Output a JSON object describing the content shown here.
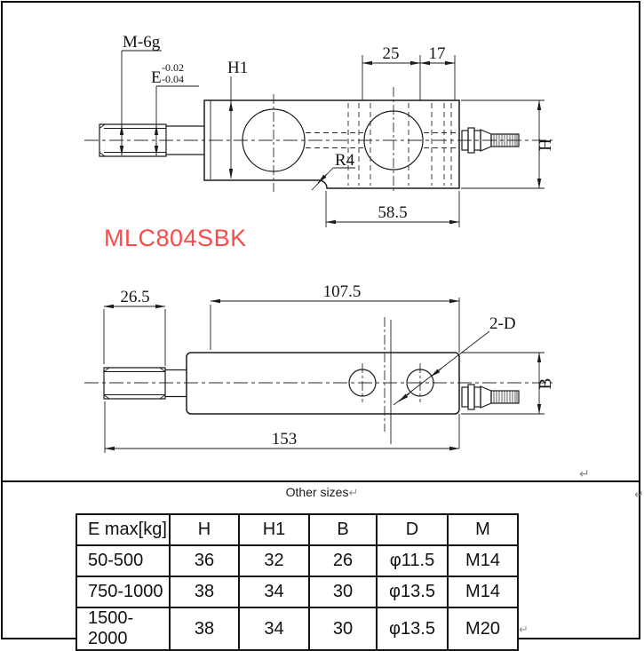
{
  "drawing": {
    "model_label": "MLC804SBK",
    "model_color": "#fb4b4b",
    "labels": {
      "thread_spec": "M-6g",
      "stud_dia_letter": "E",
      "stud_tol_upper": "-0.02",
      "stud_tol_lower": "-0.04",
      "height_left": "H1",
      "hole_pitch": "25",
      "edge_offset": "17",
      "height_right": "H",
      "fillet": "R4",
      "step_length": "58.5",
      "stud_length": "26.5",
      "body_length": "107.5",
      "holes_callout": "2-D",
      "width_letter": "B",
      "overall_length": "153"
    },
    "paragraph_mark": "↵"
  },
  "table_section": {
    "title": "Other sizes",
    "title_mark": "↵",
    "columns": [
      "E max[kg]",
      "H",
      "H1",
      "B",
      "D",
      "M"
    ],
    "rows": [
      [
        "50-500",
        "36",
        "32",
        "26",
        "φ11.5",
        "M14"
      ],
      [
        "750-1000",
        "38",
        "34",
        "30",
        "φ13.5",
        "M14"
      ],
      [
        "1500-2000",
        "38",
        "34",
        "30",
        "φ13.5",
        "M20"
      ]
    ],
    "end_mark": "↵",
    "row_mark": "↵"
  }
}
